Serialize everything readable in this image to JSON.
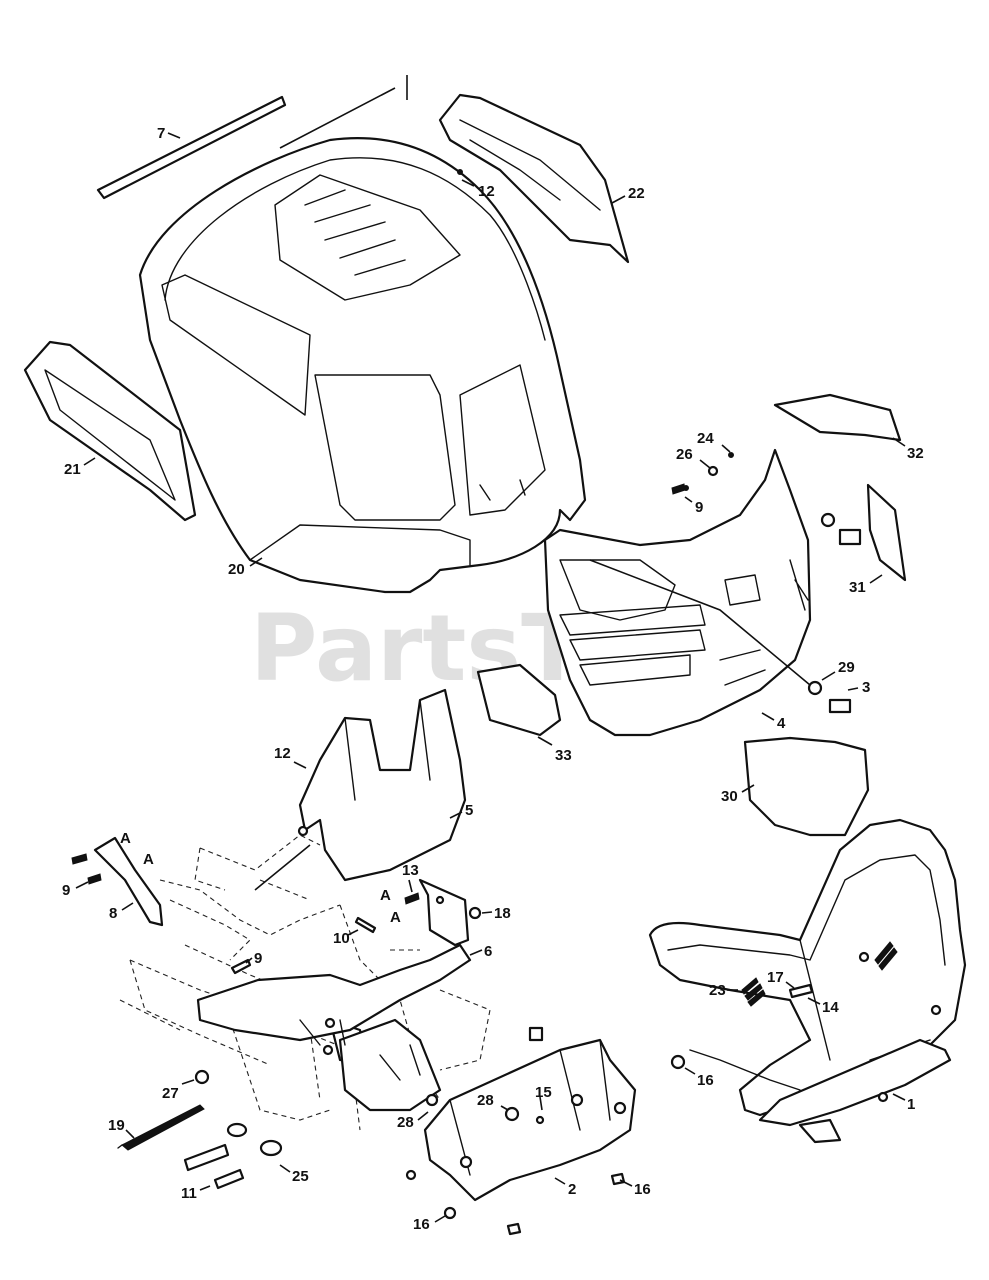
{
  "watermark": {
    "text": "PartsTree",
    "trademark": "™"
  },
  "callouts": [
    {
      "id": "c7",
      "label": "7"
    },
    {
      "id": "c12a",
      "label": "12"
    },
    {
      "id": "c22",
      "label": "22"
    },
    {
      "id": "c21",
      "label": "21"
    },
    {
      "id": "c20",
      "label": "20"
    },
    {
      "id": "c24",
      "label": "24"
    },
    {
      "id": "c26",
      "label": "26"
    },
    {
      "id": "c9a",
      "label": "9"
    },
    {
      "id": "c32",
      "label": "32"
    },
    {
      "id": "c31",
      "label": "31"
    },
    {
      "id": "c29",
      "label": "29"
    },
    {
      "id": "c3",
      "label": "3"
    },
    {
      "id": "c4",
      "label": "4"
    },
    {
      "id": "c33",
      "label": "33"
    },
    {
      "id": "c30",
      "label": "30"
    },
    {
      "id": "c12b",
      "label": "12"
    },
    {
      "id": "c5",
      "label": "5"
    },
    {
      "id": "cA1",
      "label": "A"
    },
    {
      "id": "cA2",
      "label": "A"
    },
    {
      "id": "c9b",
      "label": "9"
    },
    {
      "id": "c8",
      "label": "8"
    },
    {
      "id": "c13",
      "label": "13"
    },
    {
      "id": "cA3",
      "label": "A"
    },
    {
      "id": "cA4",
      "label": "A"
    },
    {
      "id": "c18",
      "label": "18"
    },
    {
      "id": "c10",
      "label": "10"
    },
    {
      "id": "c9c",
      "label": "9"
    },
    {
      "id": "c6",
      "label": "6"
    },
    {
      "id": "c23",
      "label": "23"
    },
    {
      "id": "c17",
      "label": "17"
    },
    {
      "id": "c14",
      "label": "14"
    },
    {
      "id": "c16a",
      "label": "16"
    },
    {
      "id": "c1",
      "label": "1"
    },
    {
      "id": "c27",
      "label": "27"
    },
    {
      "id": "c28a",
      "label": "28"
    },
    {
      "id": "c15",
      "label": "15"
    },
    {
      "id": "c28b",
      "label": "28"
    },
    {
      "id": "c19",
      "label": "19"
    },
    {
      "id": "c25",
      "label": "25"
    },
    {
      "id": "c11",
      "label": "11"
    },
    {
      "id": "c2",
      "label": "2"
    },
    {
      "id": "c16b",
      "label": "16"
    },
    {
      "id": "c16c",
      "label": "16"
    }
  ]
}
